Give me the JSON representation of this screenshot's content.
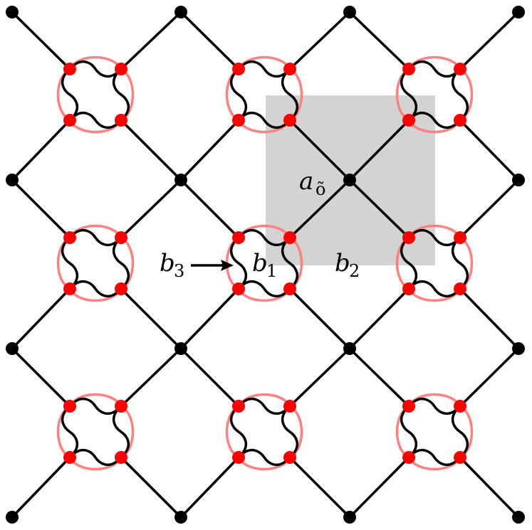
{
  "colors": {
    "background": "#ffffff",
    "lattice_edge": "#000000",
    "black_vertex": "#000000",
    "red_vertex": "#ff0000",
    "red_loop": "#ff8080",
    "highlight_cell": "#d3d3d3"
  },
  "lattice": {
    "black_vertex_rows": 4,
    "black_vertex_cols": 4,
    "plaquette_rows": 3,
    "plaquette_cols": 3
  },
  "labels": {
    "a_main": "a",
    "a_sub": "õ",
    "b1_main": "b",
    "b1_sub": "1",
    "b2_main": "b",
    "b2_sub": "2",
    "b3_main": "b",
    "b3_sub": "3"
  }
}
